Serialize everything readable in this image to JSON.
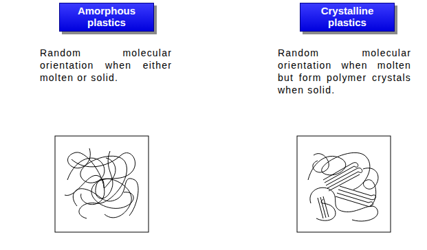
{
  "diagram": {
    "nodes": [
      {
        "text": [
          "Amorphous plastics"
        ]
      },
      {
        "text": [
          "Crystalline plastics"
        ]
      }
    ],
    "labels": [
      "Random molecular orientation when either molten or solid.",
      "Random molecular orientation when molten but form polymer crystals when solid."
    ]
  }
}
